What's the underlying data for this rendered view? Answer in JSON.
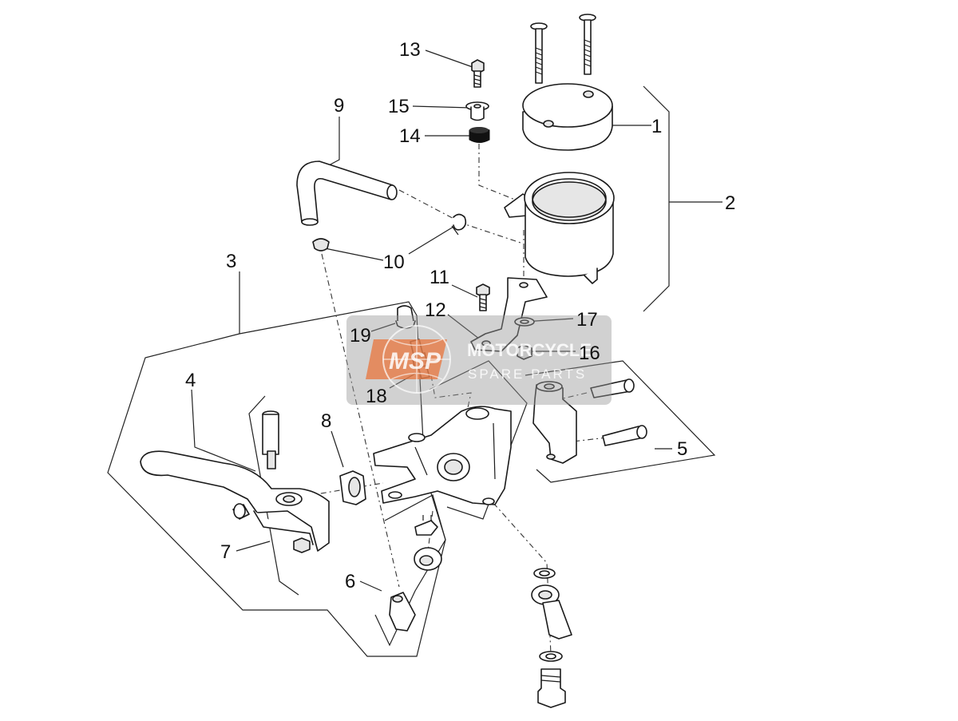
{
  "callouts": {
    "c1": "1",
    "c2": "2",
    "c3": "3",
    "c4": "4",
    "c5": "5",
    "c6": "6",
    "c7": "7",
    "c8": "8",
    "c9": "9",
    "c10": "10",
    "c11": "11",
    "c12": "12",
    "c13": "13",
    "c14": "14",
    "c15": "15",
    "c16": "16",
    "c17": "17",
    "c18": "18",
    "c19": "19"
  },
  "watermark": {
    "logo": "MSP",
    "line1": "MOTORCYCLE",
    "line2": "SPARE PARTS"
  },
  "colors": {
    "line": "#1a1a1a",
    "watermark_box": "#9a9a9a",
    "watermark_logo": "#e8743b"
  }
}
